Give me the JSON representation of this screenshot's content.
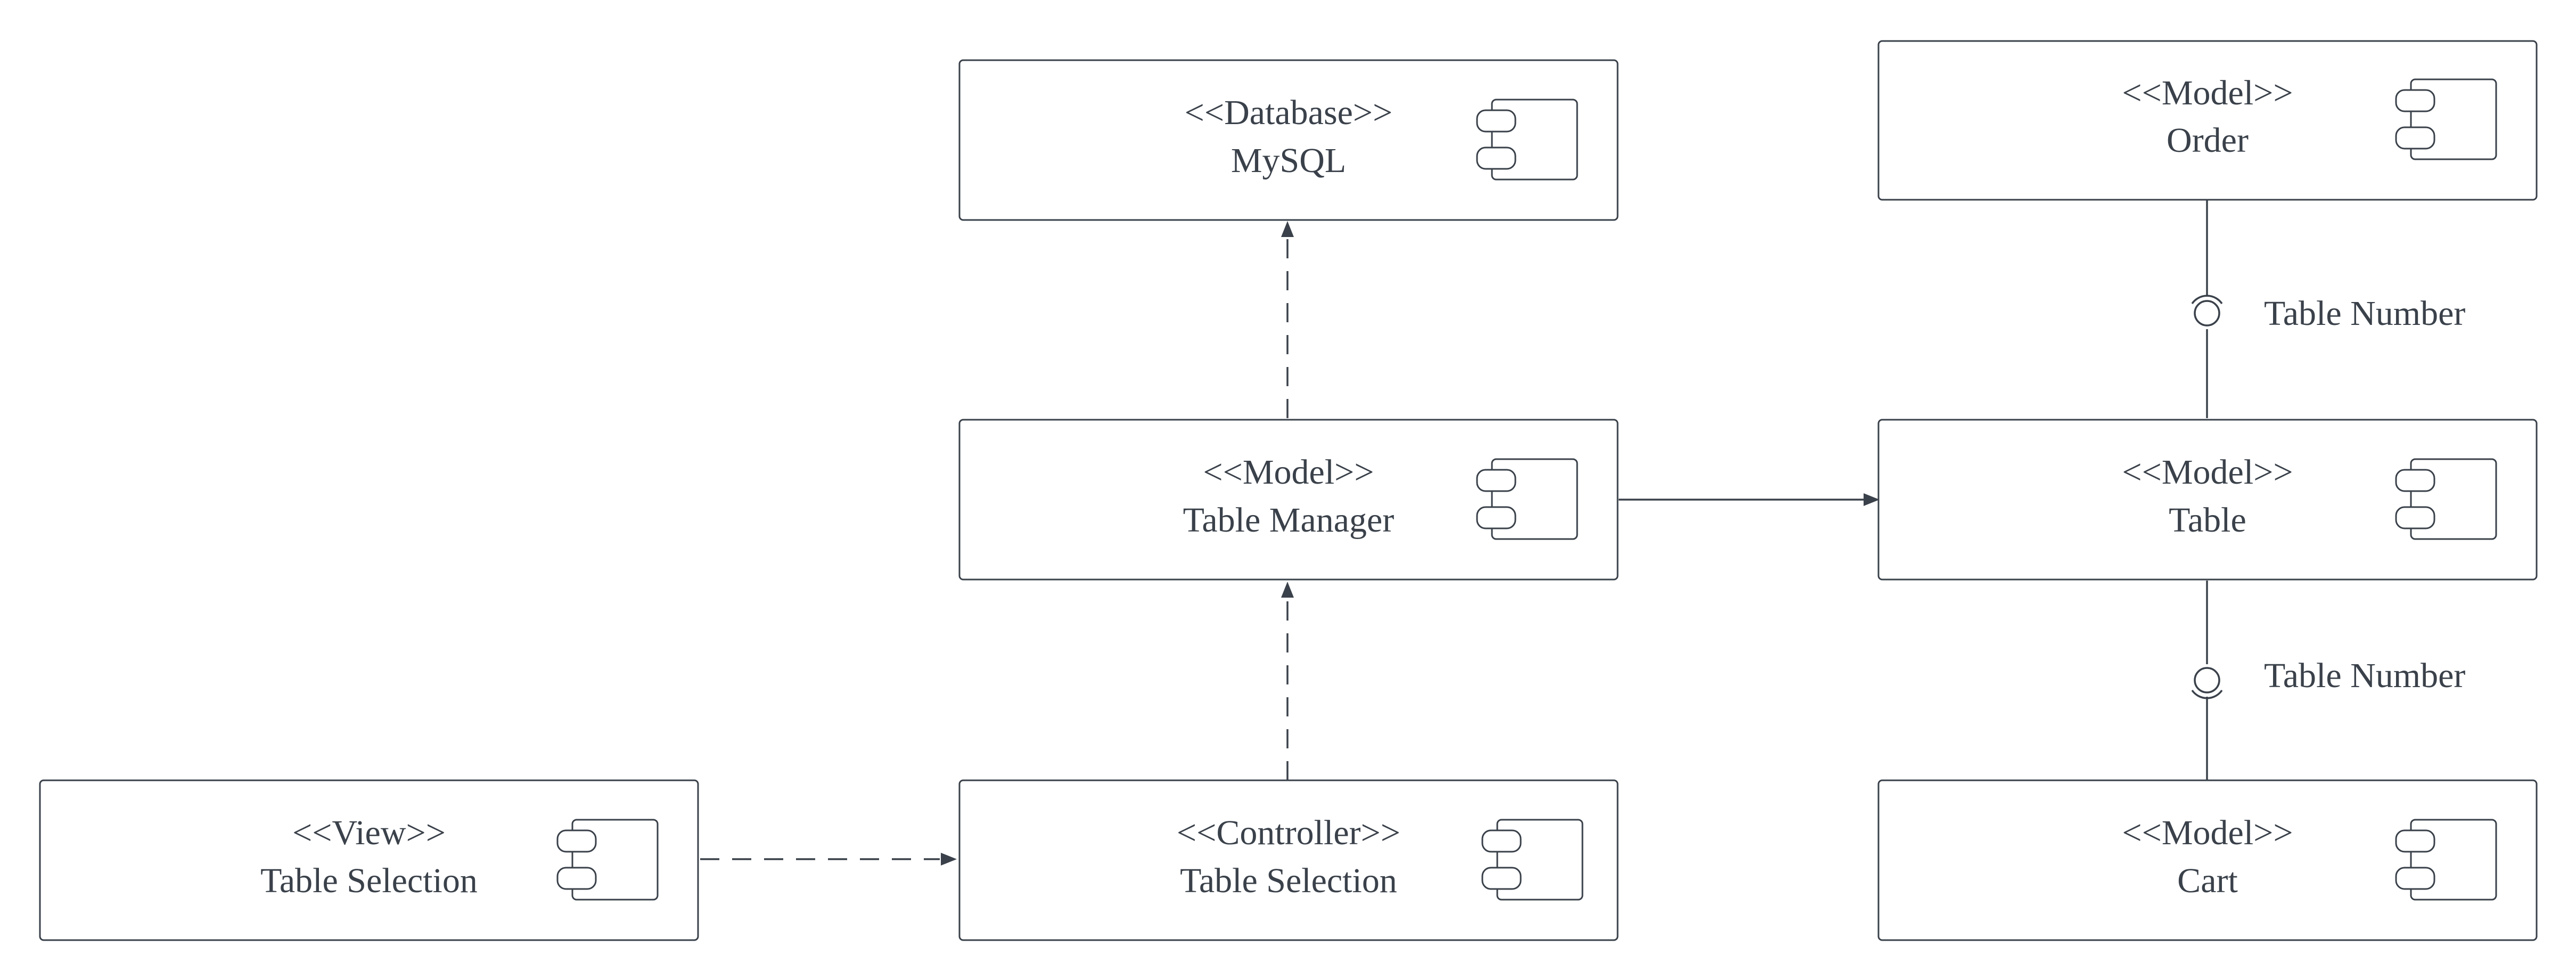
{
  "diagram": {
    "components": [
      {
        "id": "mysql",
        "stereotype": "<<Database>>",
        "name": "MySQL"
      },
      {
        "id": "order",
        "stereotype": "<<Model>>",
        "name": "Order"
      },
      {
        "id": "table-manager",
        "stereotype": "<<Model>>",
        "name": "Table Manager"
      },
      {
        "id": "table",
        "stereotype": "<<Model>>",
        "name": "Table"
      },
      {
        "id": "view-table-selection",
        "stereotype": "<<View>>",
        "name": "Table Selection"
      },
      {
        "id": "controller-table-selection",
        "stereotype": "<<Controller>>",
        "name": "Table Selection"
      },
      {
        "id": "cart",
        "stereotype": "<<Model>>",
        "name": "Cart"
      }
    ],
    "connections": [
      {
        "from": "table-manager",
        "to": "mysql",
        "style": "dashed",
        "arrow": true
      },
      {
        "from": "controller-table-selection",
        "to": "table-manager",
        "style": "dashed",
        "arrow": true
      },
      {
        "from": "view-table-selection",
        "to": "controller-table-selection",
        "style": "dashed",
        "arrow": true
      },
      {
        "from": "table-manager",
        "to": "table",
        "style": "solid",
        "arrow": true
      },
      {
        "from": "order",
        "to": "table",
        "style": "interface",
        "label": "Table Number"
      },
      {
        "from": "table",
        "to": "cart",
        "style": "interface",
        "label": "Table Number"
      }
    ],
    "interfaces": [
      {
        "label": "Table Number"
      },
      {
        "label": "Table Number"
      }
    ]
  }
}
